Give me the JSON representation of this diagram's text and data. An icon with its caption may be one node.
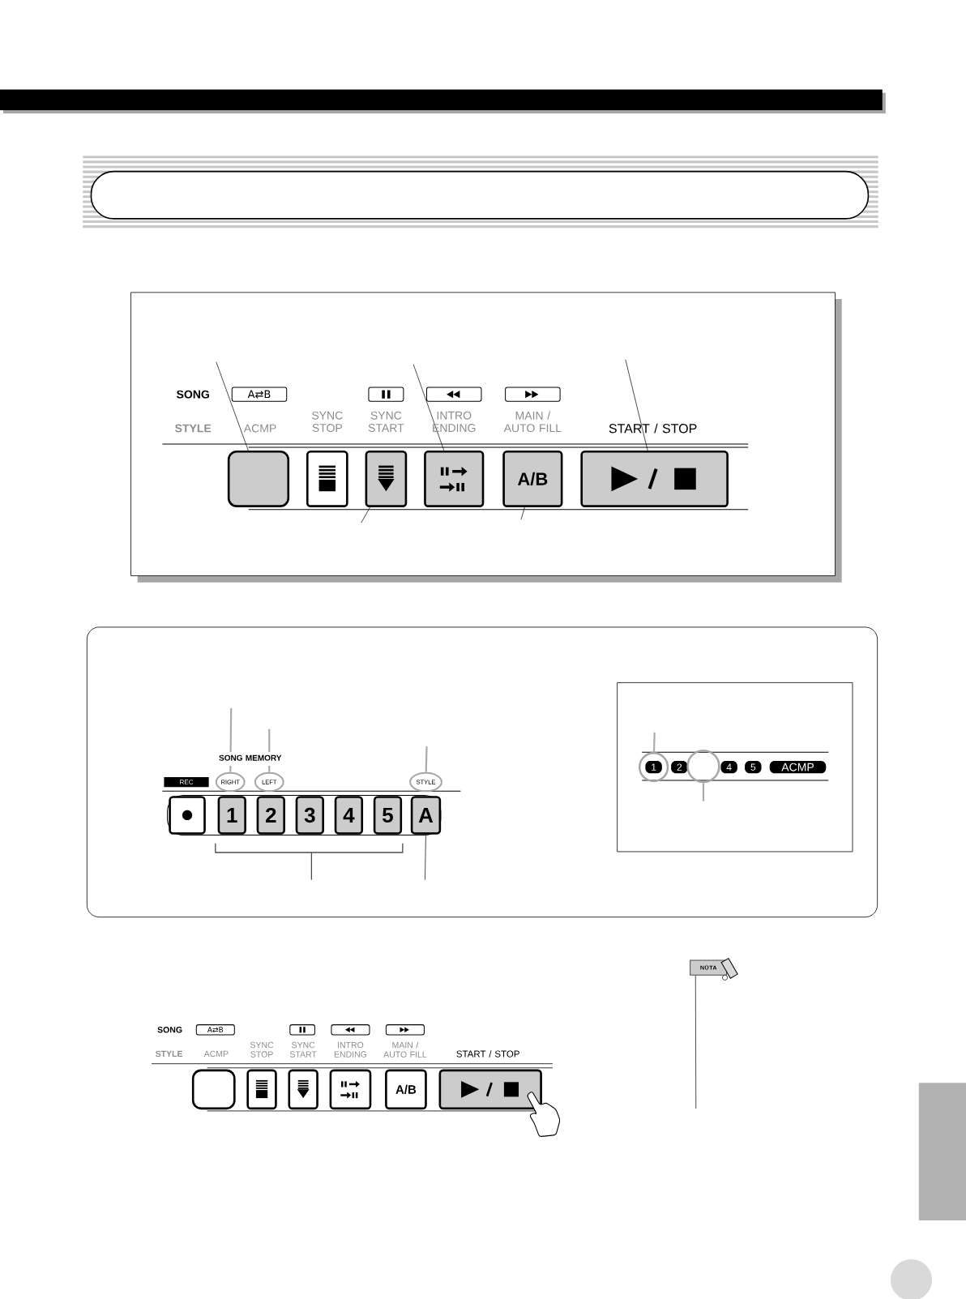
{
  "diagram": {
    "nodes": [
      {
        "text": [
          "A⇄B"
        ]
      },
      {
        "text": [],
        "shape": "box"
      },
      {
        "text": [],
        "shape": "box"
      },
      {
        "text": [],
        "shape": "box"
      },
      {
        "text": [],
        "shape": "box"
      },
      {
        "text": [
          "A/B"
        ]
      },
      {
        "text": [],
        "shape": "box"
      },
      {
        "text": [
          "REC"
        ]
      },
      {
        "text": [
          "RIGHT"
        ]
      },
      {
        "text": [
          "LEFT"
        ]
      },
      {
        "text": [
          "STYLE"
        ]
      },
      {
        "text": [],
        "shape": "box"
      },
      {
        "text": [
          "1"
        ]
      },
      {
        "text": [
          "2"
        ]
      },
      {
        "text": [
          "3"
        ]
      },
      {
        "text": [
          "4"
        ]
      },
      {
        "text": [
          "5"
        ]
      },
      {
        "text": [
          "A"
        ]
      },
      {
        "text": [],
        "shape": "circle"
      },
      {
        "text": [
          "1"
        ],
        "in": 18
      },
      {
        "text": [
          "2"
        ]
      },
      {
        "text": [],
        "shape": "circle"
      },
      {
        "text": [
          "4"
        ]
      },
      {
        "text": [
          "5"
        ]
      },
      {
        "text": [
          "ACMP"
        ]
      },
      {
        "text": [
          "A⇄B"
        ]
      },
      {
        "text": [],
        "shape": "box"
      },
      {
        "text": [],
        "shape": "box"
      },
      {
        "text": [],
        "shape": "box"
      },
      {
        "text": [],
        "shape": "box"
      },
      {
        "text": [
          "A/B"
        ]
      },
      {
        "text": [],
        "shape": "box"
      },
      {
        "text": [
          "NOTA"
        ]
      },
      {
        "text": [],
        "shape": "box"
      },
      {
        "text": [],
        "shape": "box"
      }
    ],
    "edges": [
      {
        "from": null,
        "to": 1,
        "arrow": "none"
      },
      {
        "from": null,
        "to": 3,
        "arrow": "none"
      },
      {
        "from": null,
        "to": 4,
        "arrow": "none"
      },
      {
        "from": null,
        "to": 5,
        "arrow": "none"
      },
      {
        "from": null,
        "to": 6,
        "arrow": "none"
      },
      {
        "from": null,
        "to": 8,
        "arrow": "none",
        "color": "#aaaaaa"
      },
      {
        "from": null,
        "to": 9,
        "arrow": "none",
        "color": "#aaaaaa"
      },
      {
        "from": null,
        "to": 10,
        "arrow": "none",
        "color": "#aaaaaa"
      },
      {
        "from": 17,
        "to": null,
        "arrow": "none"
      },
      {
        "from": null,
        "to": 18,
        "arrow": "none",
        "color": "#aaaaaa"
      },
      {
        "from": null,
        "to": 21,
        "arrow": "none",
        "color": "#aaaaaa"
      },
      {
        "from": 32,
        "to": null,
        "arrow": "none"
      }
    ],
    "labels": [
      "SONG",
      "SYNC STOP",
      "SYNC START",
      "INTRO ENDING",
      "MAIN / AUTO FILL",
      "STYLE",
      "ACMP",
      "START / STOP",
      "SONG MEMORY",
      "SONG",
      "SYNC STOP",
      "SYNC START",
      "INTRO ENDING",
      "MAIN / AUTO FILL",
      "STYLE",
      "ACMP",
      "START / STOP"
    ]
  }
}
